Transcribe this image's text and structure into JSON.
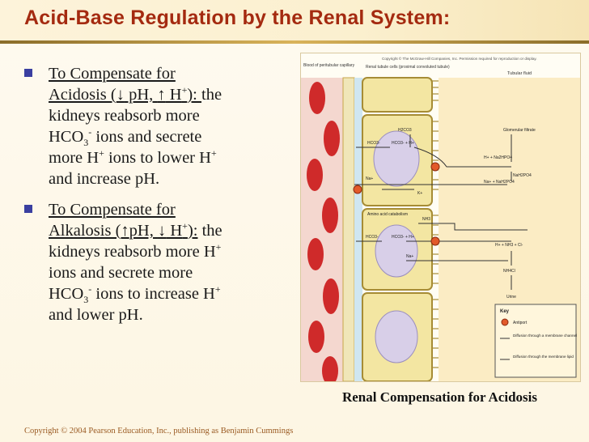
{
  "title": "Acid-Base Regulation by the Renal System:",
  "bullet1": {
    "u1": "To Compensate for",
    "u2a": "Acidosis (",
    "arrow1": "↓",
    "u2b": " pH, ",
    "arrow2": "↑",
    "u2c": " H",
    "u2sup": "+",
    "u2d": "): ",
    "t1": " the",
    "t2": "kidneys reabsorb more",
    "t3a": "HCO",
    "t3sub": "3",
    "t3sup": "-",
    "t3b": " ions and secrete",
    "t4a": "more H",
    "t4sup1": "+",
    "t4b": " ions to lower H",
    "t4sup2": "+",
    "t5": "and increase pH."
  },
  "bullet2": {
    "u1": "To Compensate for",
    "u2a": "Alkalosis (",
    "arrow1": "↑",
    "u2b": "pH, ",
    "arrow2": "↓",
    "u2c": " H",
    "u2sup": "+",
    "u2d": "):",
    "t1": " the",
    "t2a": "kidneys reabsorb more H",
    "t2sup": "+",
    "t3": "ions and secrete more",
    "t4a": "HCO",
    "t4sub": "3",
    "t4sup1": "-",
    "t4b": " ions to increase H",
    "t4sup2": "+",
    "t5": "and lower pH."
  },
  "figure": {
    "copyright_note": "Copyright © The McGraw-Hill Companies, Inc. Permission required for reproduction or display.",
    "col_blood": "Blood of peritubular capillary",
    "col_cells": "Renal tubule cells (proximal convoluted tubule)",
    "col_fluid": "Tubular fluid",
    "glomerular": "Glomerular filtrate",
    "cell1_h2co3": "H2CO3",
    "cell1_hco3_left": "HCO3-",
    "cell1_hco3_h": "HCO3- + H+",
    "cell1_na": "Na+",
    "cell1_k": "K+",
    "fluid_h_na": "H+ + Na2HPO4",
    "fluid_nah2po4": "NaH2PO4",
    "fluid_na_nah": "Na+ + NaH2PO4",
    "cell2_amino": "Amino acid catabolism",
    "cell2_nh3": "NH3",
    "cell2_hco3_h": "HCO3- + H+",
    "cell2_hco3": "HCO3-",
    "cell2_na": "Na+",
    "fluid_h_nh3_cl": "H+ + NH3 + Cl-",
    "fluid_nh4cl": "NH4Cl",
    "urine": "Urine",
    "key_title": "Key",
    "key_antiport": "Antiport",
    "key_channel": "Diffusion through a membrane channel",
    "key_lipid": "Diffusion through the membrane lipid"
  },
  "caption": "Renal Compensation for Acidosis",
  "copyright": "Copyright © 2004 Pearson Education, Inc., publishing as Benjamin Cummings"
}
